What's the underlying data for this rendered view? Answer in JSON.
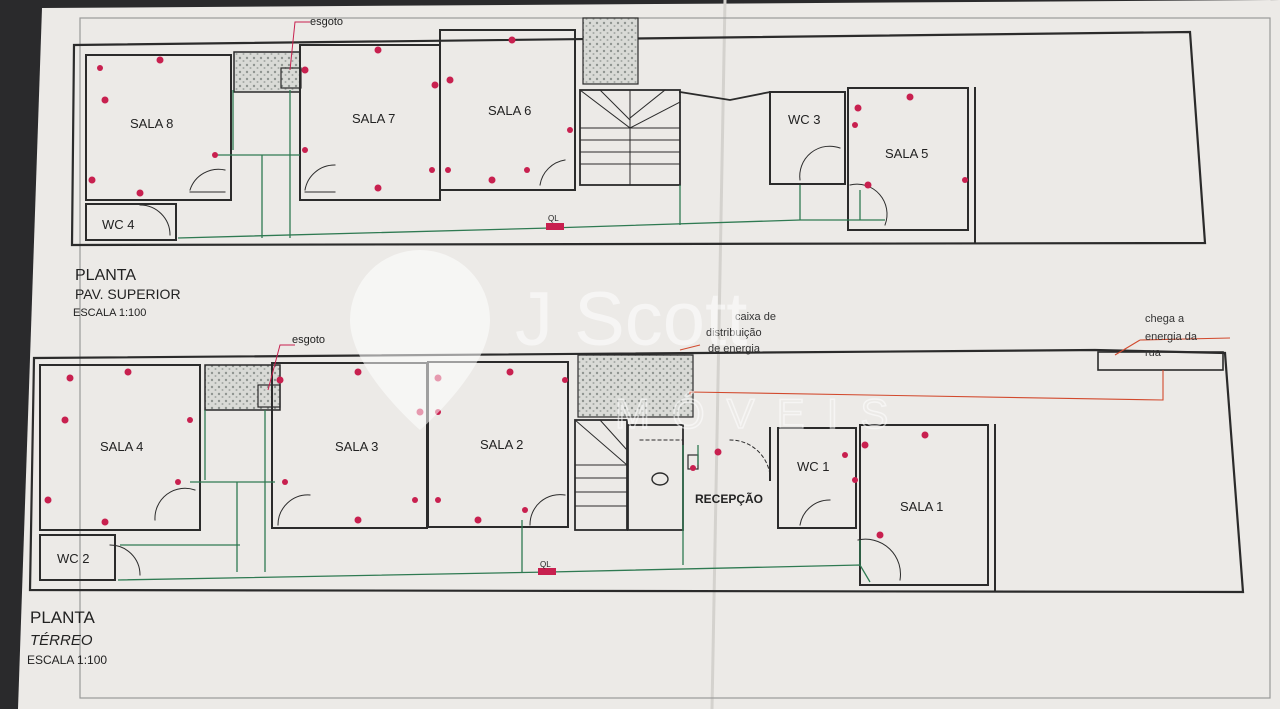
{
  "colors": {
    "paper": "#eceae7",
    "wall": "#2b2b2b",
    "wiring": "#2f7a52",
    "outlet": "#c8204f",
    "utility": "#d24a2e",
    "hatch": "#8f9490",
    "label": "#222222",
    "watermark": "#ffffff"
  },
  "upper": {
    "title": "PLANTA",
    "subtitle": "PAV. SUPERIOR",
    "scale": "ESCALA 1:100",
    "esgoto": "esgoto",
    "ql": "QL",
    "rooms": {
      "sala8": "SALA 8",
      "sala7": "SALA 7",
      "sala6": "SALA 6",
      "wc3": "WC 3",
      "sala5": "SALA 5",
      "wc4": "WC 4"
    }
  },
  "ground": {
    "title": "PLANTA",
    "subtitle": "TÉRREO",
    "scale": "ESCALA 1:100",
    "esgoto": "esgoto",
    "ql": "QL",
    "rooms": {
      "sala4": "SALA 4",
      "sala3": "SALA 3",
      "sala2": "SALA 2",
      "recepcao": "RECEPÇÃO",
      "wc1": "WC 1",
      "sala1": "SALA 1",
      "wc2": "WC 2"
    }
  },
  "annotations": {
    "caixa": [
      "caixa de",
      "distribuição",
      "de energia"
    ],
    "chega": [
      "chega a",
      "energia da",
      "rua"
    ]
  },
  "watermark": {
    "brand": "J Scott",
    "sub": "MÓVEIS"
  }
}
